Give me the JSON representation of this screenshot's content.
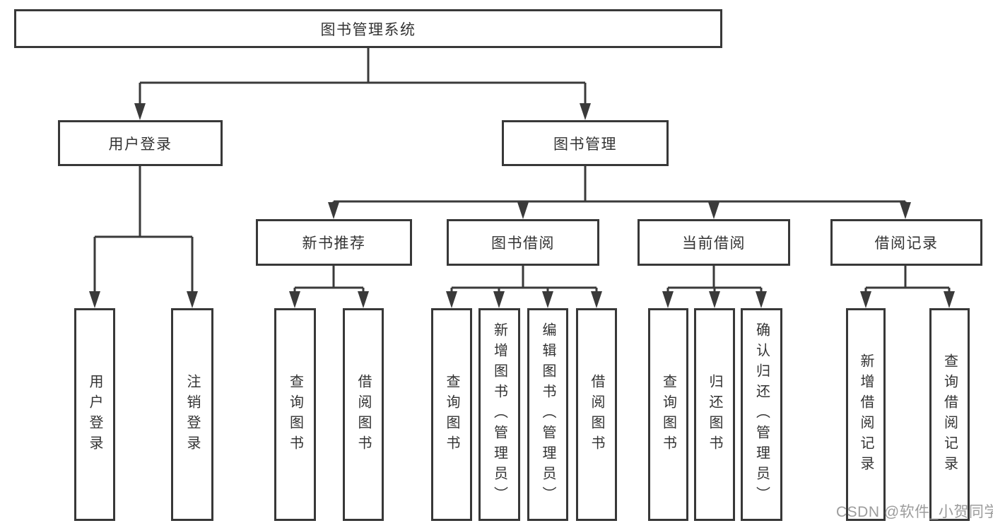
{
  "diagram": {
    "root": {
      "label": "图书管理系统"
    },
    "level2": [
      {
        "label": "用户登录"
      },
      {
        "label": "图书管理"
      }
    ],
    "level3": [
      {
        "label": "新书推荐"
      },
      {
        "label": "图书借阅"
      },
      {
        "label": "当前借阅"
      },
      {
        "label": "借阅记录"
      }
    ],
    "leaves": [
      {
        "label": "用户登录"
      },
      {
        "label": "注销登录"
      },
      {
        "label": "查询图书"
      },
      {
        "label": "借阅图书"
      },
      {
        "label": "查询图书"
      },
      {
        "label": "新增图书（管理员）"
      },
      {
        "label": "编辑图书（管理员）"
      },
      {
        "label": "借阅图书"
      },
      {
        "label": "查询图书"
      },
      {
        "label": "归还图书"
      },
      {
        "label": "确认归还（管理员）"
      },
      {
        "label": "新增借阅记录"
      },
      {
        "label": "查询借阅记录"
      }
    ]
  },
  "watermark": {
    "text": "CSDN @软件_小贺同学"
  },
  "colors": {
    "line": "#3a3a3a",
    "box_border": "#383838",
    "text": "#333333",
    "watermark": "#9c9c9c",
    "background": "#ffffff"
  }
}
